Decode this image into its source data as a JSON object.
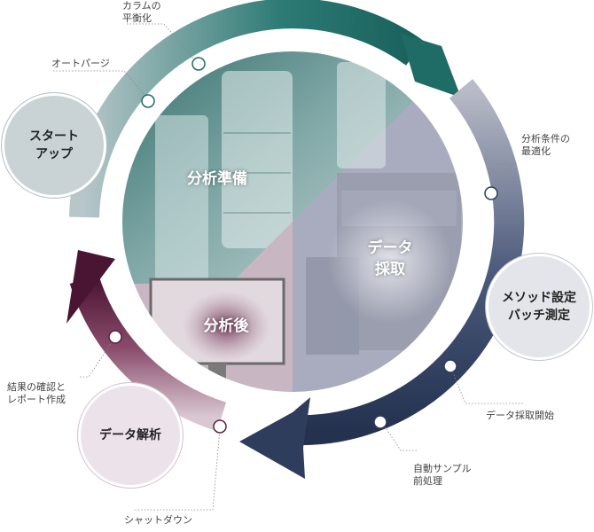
{
  "center": {
    "prep": "分析準備",
    "acquire": "データ\n採取",
    "post": "分析後"
  },
  "stages": {
    "startup": "スタート\nアップ",
    "method": "メソッド設定\nバッチ測定",
    "analysis": "データ解析"
  },
  "steps": {
    "equilibrate": "カラムの\n平衡化",
    "autopurge": "オートパージ",
    "optimize": "分析条件の\n最適化",
    "acq_start": "データ採取開始",
    "auto_sample": "自動サンプル\n前処理",
    "shutdown": "シャットダウン",
    "report": "結果の確認と\nレポート作成"
  },
  "colors": {
    "ring_teal": "#1f6b66",
    "ring_navy": "#2f3d5c",
    "ring_plum": "#5a2040",
    "startup_fill": "#c9d3d6",
    "method_fill": "#e3e5ea",
    "analysis_fill": "#ece3ea"
  }
}
